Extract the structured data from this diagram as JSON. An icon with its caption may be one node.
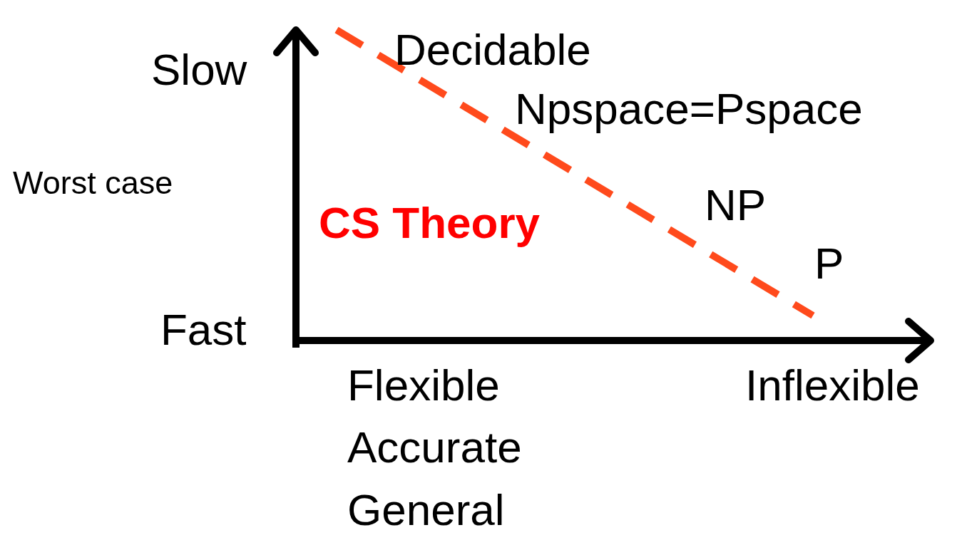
{
  "diagram": {
    "labels": [
      "Decidable",
      "Slow",
      "Npspace=Pspace",
      "Worst case",
      "NP",
      "CS Theory",
      "P",
      "Fast",
      "Flexible",
      "Inflexible",
      "Accurate",
      "General"
    ]
  }
}
